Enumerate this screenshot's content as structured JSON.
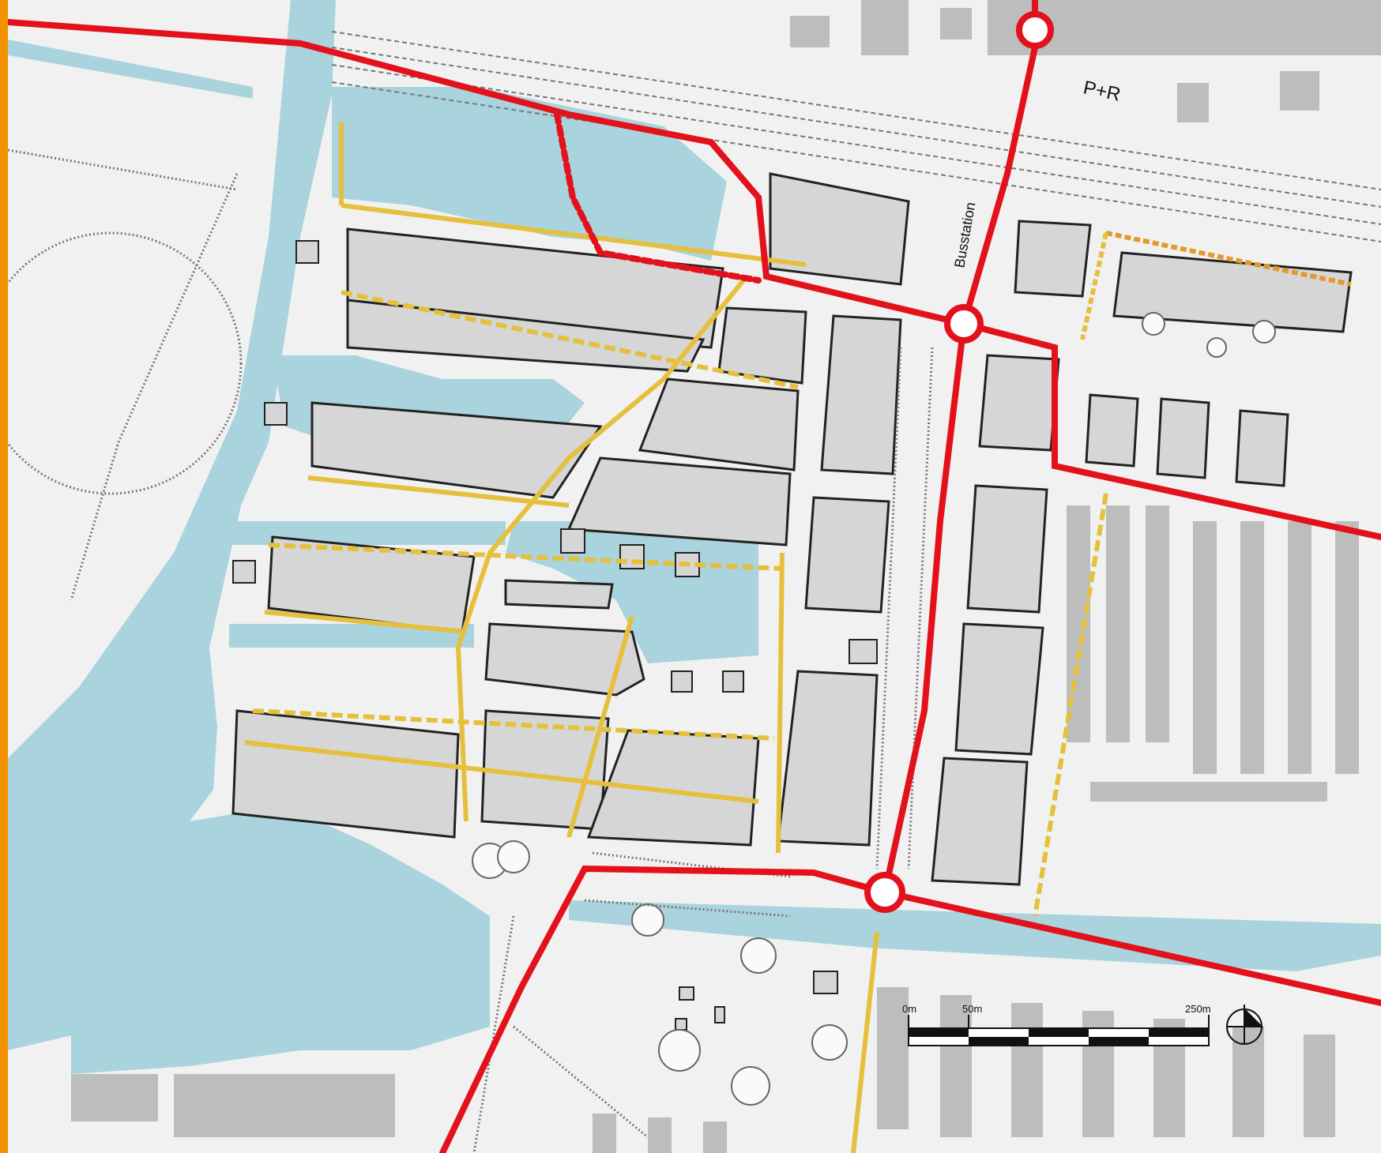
{
  "labels": {
    "pr": "P+R",
    "busstation": "Busstation"
  },
  "scale_bar": {
    "ticks": [
      "0m",
      "50m",
      "250m"
    ]
  },
  "colors": {
    "water": "#a9d3dd",
    "block": "#d6d6d6",
    "ground": "#ececec",
    "main_road": "#e3111b",
    "slow_route": "#e6bf3c",
    "frame_accent": "#f39200"
  },
  "icons": {
    "north_arrow": "north-arrow-icon",
    "roundabout": "roundabout-icon"
  }
}
